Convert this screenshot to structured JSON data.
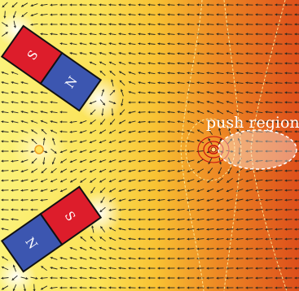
{
  "figure": {
    "annotation": "push region",
    "colors": {
      "field_left": "#fbf27a",
      "field_mid": "#f8c233",
      "field_right": "#dd4f1b",
      "magnet_north": "#3c56b0",
      "magnet_south": "#dd1d2b",
      "magnet_outline": "#111111",
      "arrow": "#2a2a22",
      "contour": "#fff0a0",
      "source_ring": "#c81010"
    },
    "magnets": [
      {
        "id": "upper",
        "pole_labels": [
          "S",
          "N"
        ],
        "orientation": "tilted down-right"
      },
      {
        "id": "lower",
        "pole_labels": [
          "N",
          "S"
        ],
        "orientation": "tilted up-right"
      }
    ]
  }
}
